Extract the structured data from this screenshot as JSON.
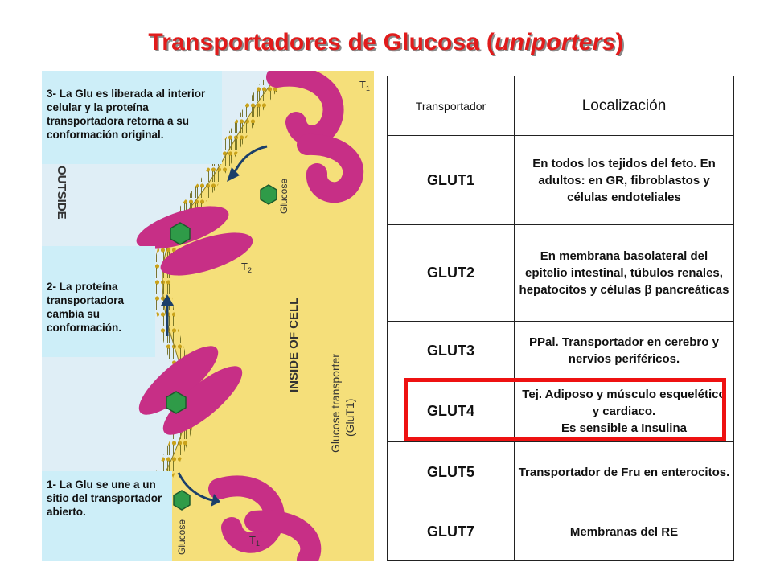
{
  "title": {
    "prefix": "Transportadores de Glucosa (",
    "italic": "uniporters",
    "suffix": ")"
  },
  "captions": {
    "step3": "3- La Glu es liberada al interior celular y la proteína transportadora retorna a su conformación original.",
    "step2": "2- La proteína transportadora cambia su conformación.",
    "step1": "1- La Glu se une a un sitio del transportador abierto."
  },
  "diagram_labels": {
    "outside": "OUTSIDE",
    "inside": "INSIDE OF CELL",
    "transporter": "Glucose transporter",
    "transporter_abbr": "(GluT1)",
    "glucose": "Glucose",
    "t1": "T",
    "t2": "T",
    "t1_sub": "1",
    "t2_sub": "2"
  },
  "table": {
    "header": {
      "name": "Transportador",
      "location": "Localización"
    },
    "rows": [
      {
        "name": "GLUT1",
        "location": "En todos los tejidos del feto. En adultos: en GR, fibroblastos y células endoteliales"
      },
      {
        "name": "GLUT2",
        "location": "En membrana basolateral del epitelio intestinal, túbulos renales, hepatocitos y células β pancreáticas"
      },
      {
        "name": "GLUT3",
        "location": "PPal. Transportador en cerebro y nervios periféricos."
      },
      {
        "name": "GLUT4",
        "location": "Tej. Adiposo y músculo esquelético y cardiaco.",
        "location2": "Es sensible a Insulina"
      },
      {
        "name": "GLUT5",
        "location": "Transportador de Fru en enterocitos."
      },
      {
        "name": "GLUT7",
        "location": "Membranas del RE"
      }
    ]
  },
  "colors": {
    "title": "#e11b1b",
    "highlight": "#ee1111",
    "caption_bg": "#cdeef8",
    "cell_interior": "#f7e27a",
    "protein": "#c72f86"
  }
}
